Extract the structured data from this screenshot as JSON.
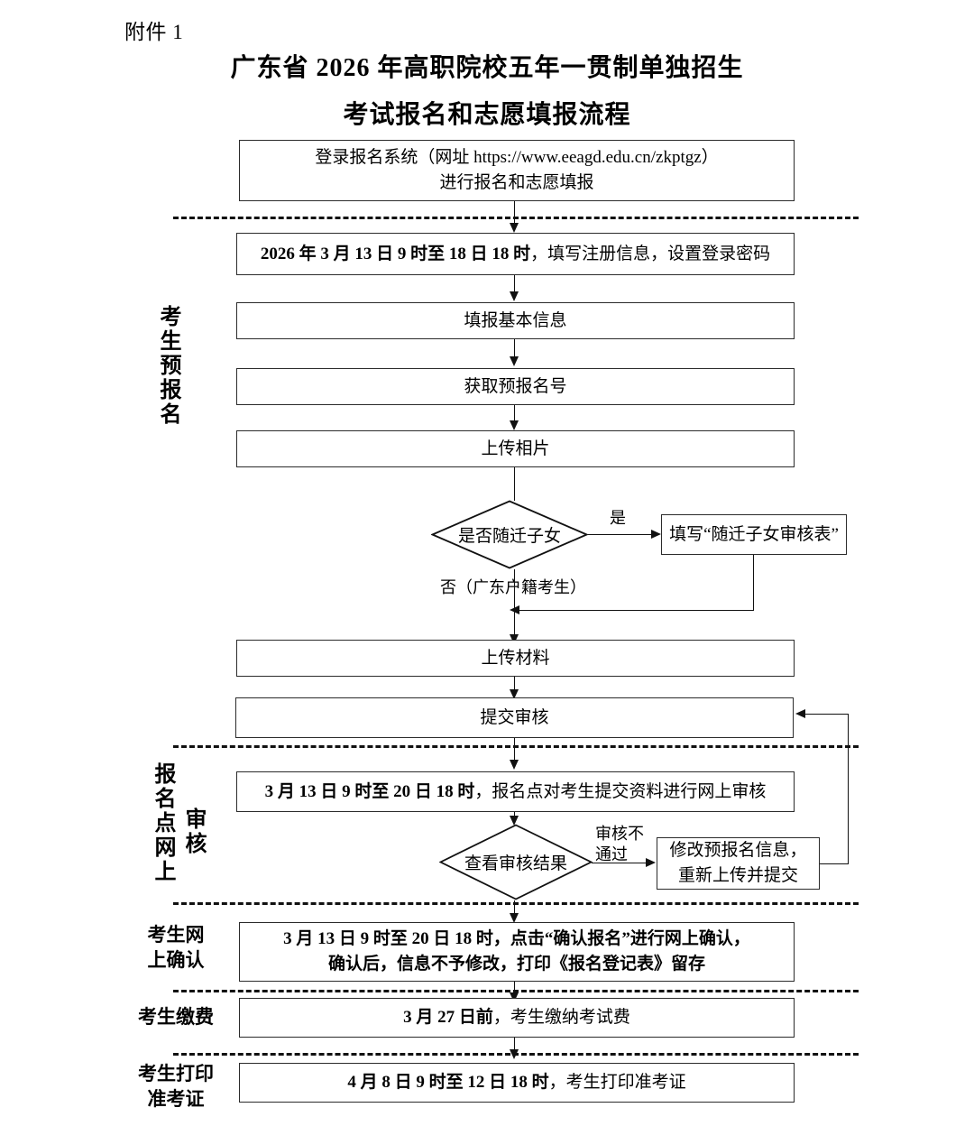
{
  "header": {
    "attachment_label": "附件 1",
    "title_line1": "广东省 2026 年高职院校五年一贯制单独招生",
    "title_line2": "考试报名和志愿填报流程"
  },
  "sections": {
    "pre_register": "考生预报名",
    "site_review_col1": "报名点网上",
    "site_review_col2": "审核",
    "online_confirm_line1": "考生网",
    "online_confirm_line2": "上确认",
    "payment": "考生缴费",
    "print_line1": "考生打印",
    "print_line2": "准考证"
  },
  "nodes": {
    "login": {
      "line1": "登录报名系统（网址 https://www.eeagd.edu.cn/zkptgz）",
      "line2": "进行报名和志愿填报"
    },
    "register": {
      "bold": "2026 年 3 月 13 日 9 时至 18 日 18 时",
      "rest": "，填写注册信息，设置登录密码"
    },
    "basic_info": "填报基本信息",
    "get_number": "获取预报名号",
    "upload_photo": "上传相片",
    "decision_migrant": "是否随迁子女",
    "migrant_form": "填写“随迁子女审核表”",
    "upload_material": "上传材料",
    "submit_review": "提交审核",
    "site_review": {
      "bold": "3 月 13 日 9 时至 20 日 18 时",
      "rest": "，报名点对考生提交资料进行网上审核"
    },
    "decision_result": "查看审核结果",
    "modify_line1": "修改预报名信息，",
    "modify_line2": "重新上传并提交",
    "confirm": {
      "bold": "3 月 13 日 9 时至 20 日 18 时",
      "rest1": "，点击“确认报名”进行网上确认，",
      "line2": "确认后，信息不予修改，打印《报名登记表》留存"
    },
    "pay": {
      "bold": "3 月 27 日前",
      "rest": "，考生缴纳考试费"
    },
    "print_ticket": {
      "bold": "4 月 8 日 9 时至 12 日 18 时",
      "rest": "，考生打印准考证"
    }
  },
  "edges": {
    "yes": "是",
    "no": "否（广东户籍考生）",
    "fail_line1": "审核不",
    "fail_line2": "通过"
  },
  "colors": {
    "stroke": "#2b2b2b",
    "background": "#ffffff",
    "text": "#000000"
  }
}
